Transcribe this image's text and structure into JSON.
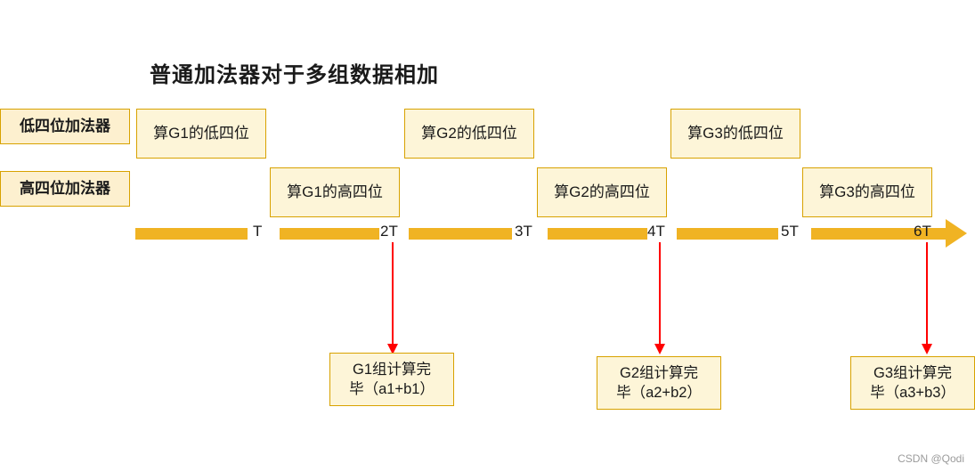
{
  "title": "普通加法器对于多组数据相加",
  "row_labels": [
    {
      "text": "低四位加法器"
    },
    {
      "text": "高四位加法器"
    }
  ],
  "low_stages": [
    {
      "text": "算G1的低四位"
    },
    {
      "text": "算G2的低四位"
    },
    {
      "text": "算G3的低四位"
    }
  ],
  "high_stages": [
    {
      "text": "算G1的高四位"
    },
    {
      "text": "算G2的高四位"
    },
    {
      "text": "算G3的高四位"
    }
  ],
  "ticks": [
    {
      "label": "T"
    },
    {
      "label": "2T"
    },
    {
      "label": "3T"
    },
    {
      "label": "4T"
    },
    {
      "label": "5T"
    },
    {
      "label": "6T"
    }
  ],
  "results": [
    {
      "line1": "G1组计算完",
      "line2": "毕（a1+b1）"
    },
    {
      "line1": "G2组计算完",
      "line2": "毕（a2+b2）"
    },
    {
      "line1": "G3组计算完",
      "line2": "毕（a3+b3）"
    }
  ],
  "watermark": "CSDN @Qodi",
  "colors": {
    "box_fill": "#fdf5d8",
    "box_border": "#d8a200",
    "bar": "#f0b323",
    "arrow": "#ff0000"
  }
}
